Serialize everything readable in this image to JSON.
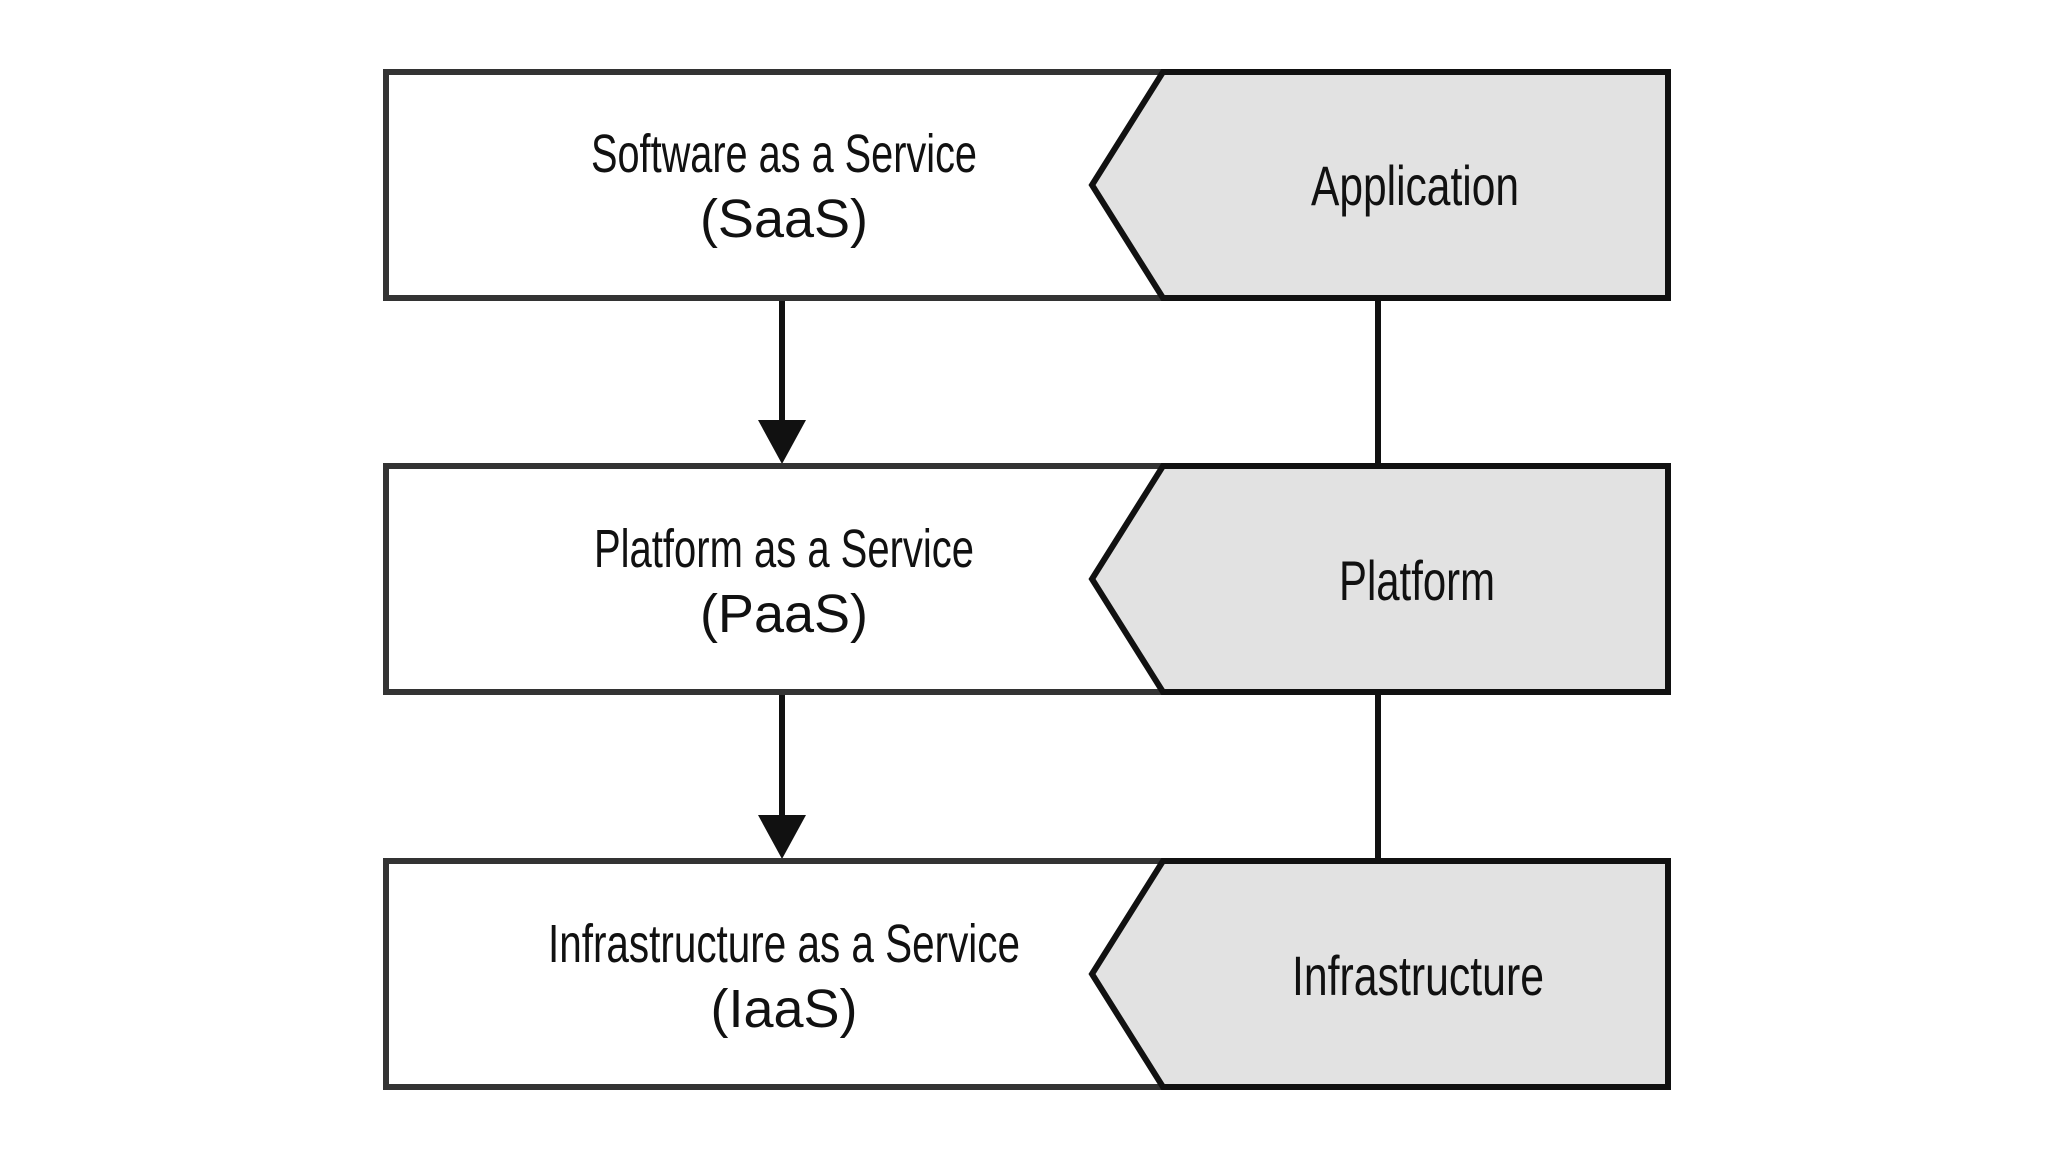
{
  "layers": [
    {
      "service_name": "Software as a Service",
      "service_abbr": "(SaaS)",
      "layer_label": "Application"
    },
    {
      "service_name": "Platform as a Service",
      "service_abbr": "(PaaS)",
      "layer_label": "Platform"
    },
    {
      "service_name": "Infrastructure as a Service",
      "service_abbr": "(IaaS)",
      "layer_label": "Infrastructure"
    }
  ],
  "colors": {
    "box_fill": "#ffffff",
    "layer_fill": "#e2e2e2",
    "stroke": "#222222",
    "text": "#111111"
  }
}
